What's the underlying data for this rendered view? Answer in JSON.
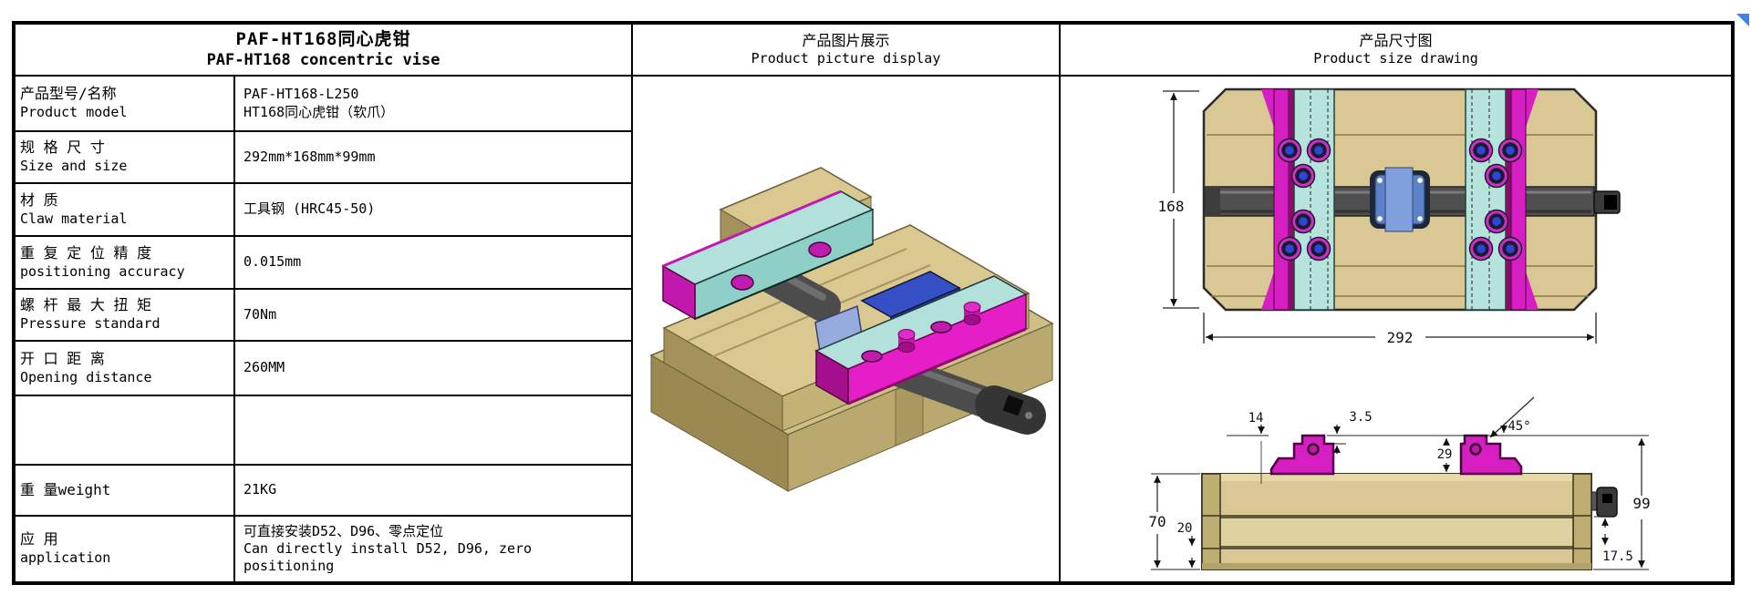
{
  "spec_table": {
    "title_zh": "PAF-HT168同心虎钳",
    "title_en": "PAF-HT168 concentric vise",
    "rows": [
      {
        "label_zh": "产品型号/名称",
        "label_en": "Product model",
        "value_line1": "PAF-HT168-L250",
        "value_line2": "HT168同心虎钳（软爪）",
        "value_line3": ""
      },
      {
        "label_zh": "规 格 尺 寸",
        "label_en": "Size and size",
        "value_line1": "292mm*168mm*99mm",
        "value_line2": "",
        "value_line3": ""
      },
      {
        "label_zh": "材 质",
        "label_en": "Claw material",
        "value_line1": "工具钢 (HRC45-50)",
        "value_line2": "",
        "value_line3": ""
      },
      {
        "label_zh": "重 复 定 位 精 度",
        "label_en": "positioning accuracy",
        "value_line1": "0.015mm",
        "value_line2": "",
        "value_line3": ""
      },
      {
        "label_zh": "螺 杆 最 大 扭 矩",
        "label_en": "Pressure standard",
        "value_line1": "70Nm",
        "value_line2": "",
        "value_line3": ""
      },
      {
        "label_zh": "开 口 距 离",
        "label_en": "Opening distance",
        "value_line1": "260MM",
        "value_line2": "",
        "value_line3": ""
      },
      {
        "label_zh": "",
        "label_en": "",
        "value_line1": "",
        "value_line2": "",
        "value_line3": ""
      },
      {
        "label_zh": "重 量weight",
        "label_en": "",
        "value_line1": "21KG",
        "value_line2": "",
        "value_line3": ""
      },
      {
        "label_zh": "应 用",
        "label_en": "application",
        "value_line1": "可直接安装D52、D96、零点定位",
        "value_line2": "Can directly install D52, D96, zero",
        "value_line3": "positioning"
      }
    ]
  },
  "picture_panel": {
    "header_zh": "产品图片展示",
    "header_en": "Product picture display"
  },
  "drawing_panel": {
    "header_zh": "产品尺寸图",
    "header_en": "Product size drawing",
    "top_view": {
      "height_dim": "168",
      "width_dim": "292"
    },
    "side_view": {
      "jaw_width": "14",
      "tab_height": "3.5",
      "chamfer_angle": "45°",
      "jaw_height": "29",
      "body_height": "70",
      "base_height": "20",
      "total_height": "99",
      "slide_height": "17.5"
    }
  },
  "colors": {
    "tan_body": "#d9c893",
    "tan_dark": "#a3925a",
    "magenta_jaw": "#d61ec2",
    "magenta_bright": "#e61ec8",
    "cyan_rail": "#b7e3dd",
    "screw_blue": "#2e46d8",
    "steel_blue": "#5b82c8",
    "rod_gray": "#4c4c4c",
    "corner_marker": "#3f82e8"
  }
}
